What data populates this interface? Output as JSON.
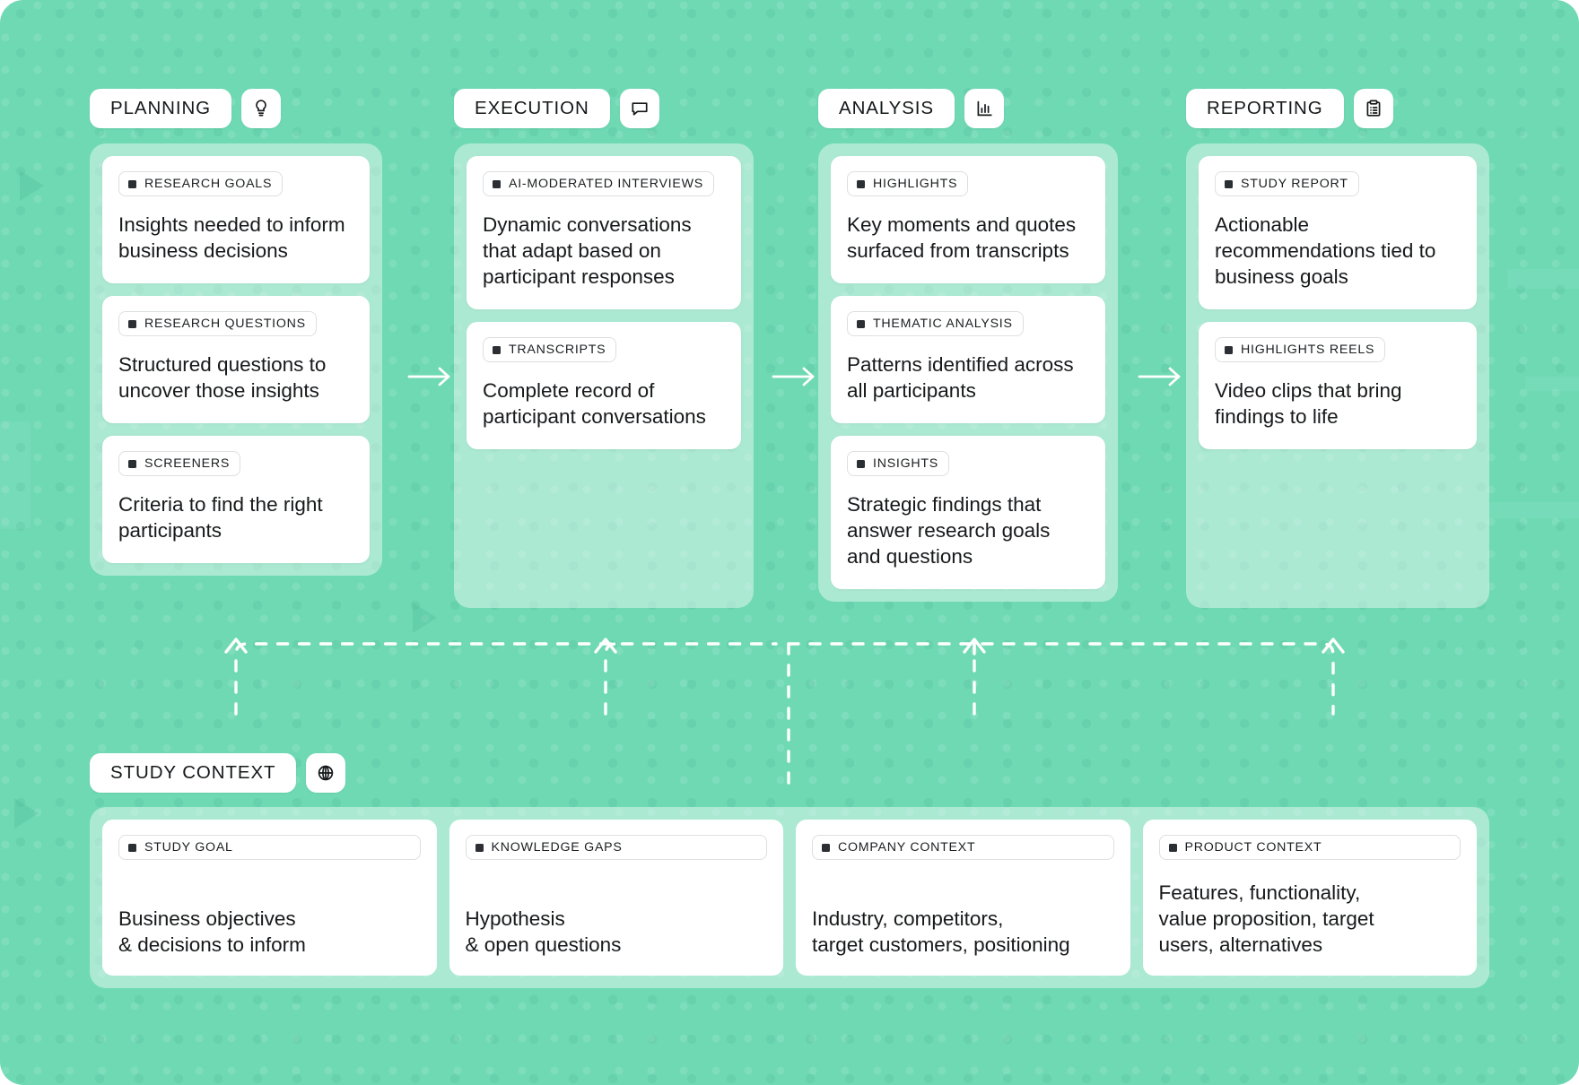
{
  "theme": {
    "background": "#6fd9b4",
    "panel": "rgba(255,255,255,0.42)",
    "card": "#ffffff",
    "text": "#17191b",
    "tag_border": "#dcdfe1",
    "tag_square": "#2b2f33",
    "connector": "#ffffff"
  },
  "stages": [
    {
      "label": "PLANNING",
      "icon": "lightbulb-icon",
      "cards": [
        {
          "tag": "RESEARCH GOALS",
          "body": "Insights needed to inform business decisions"
        },
        {
          "tag": "RESEARCH QUESTIONS",
          "body": "Structured questions to uncover those insights"
        },
        {
          "tag": "SCREENERS",
          "body": "Criteria to find the right participants"
        }
      ]
    },
    {
      "label": "EXECUTION",
      "icon": "speech-bubble-icon",
      "cards": [
        {
          "tag": "AI-MODERATED INTERVIEWS",
          "body": "Dynamic conversations that adapt based on participant responses"
        },
        {
          "tag": "TRANSCRIPTS",
          "body": "Complete record of participant conversations"
        }
      ]
    },
    {
      "label": "ANALYSIS",
      "icon": "bar-chart-icon",
      "cards": [
        {
          "tag": "HIGHLIGHTS",
          "body": "Key moments and quotes surfaced from transcripts"
        },
        {
          "tag": "THEMATIC ANALYSIS",
          "body": "Patterns identified across all participants"
        },
        {
          "tag": "INSIGHTS",
          "body": "Strategic findings that answer research goals and questions"
        }
      ]
    },
    {
      "label": "REPORTING",
      "icon": "clipboard-list-icon",
      "cards": [
        {
          "tag": "STUDY REPORT",
          "body": "Actionable recommendations tied to business goals"
        },
        {
          "tag": "HIGHLIGHTS REELS",
          "body": "Video clips that bring findings to life"
        }
      ]
    }
  ],
  "flow_arrows": [
    {
      "name": "arrow-planning-to-execution"
    },
    {
      "name": "arrow-execution-to-analysis"
    },
    {
      "name": "arrow-analysis-to-reporting"
    }
  ],
  "study_context": {
    "label": "STUDY CONTEXT",
    "icon": "globe-icon",
    "cards": [
      {
        "tag": "STUDY GOAL",
        "body": "Business objectives\n& decisions to inform"
      },
      {
        "tag": "KNOWLEDGE GAPS",
        "body": "Hypothesis\n& open questions"
      },
      {
        "tag": "COMPANY CONTEXT",
        "body": "Industry, competitors,\ntarget customers, positioning"
      },
      {
        "tag": "PRODUCT CONTEXT",
        "body": "Features, functionality,\nvalue proposition, target\nusers, alternatives"
      }
    ]
  }
}
